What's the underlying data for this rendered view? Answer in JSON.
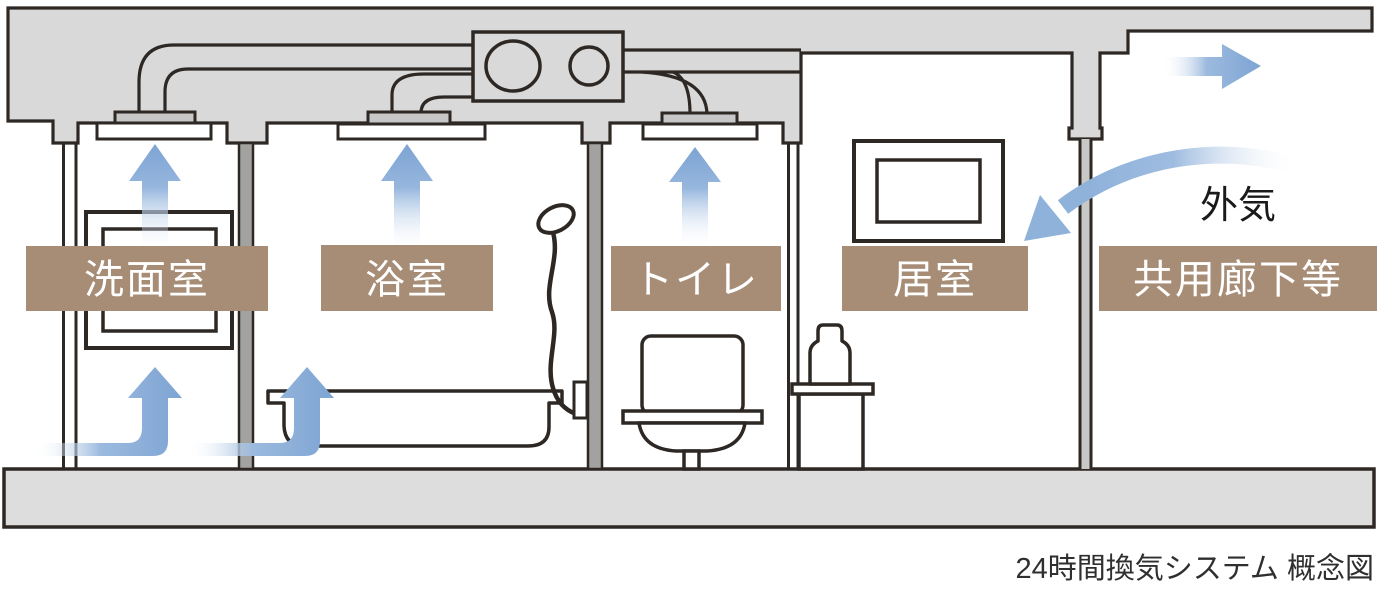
{
  "caption": "24時間換気システム 概念図",
  "outside_air_label": "外気",
  "rooms": [
    {
      "label": "洗面室"
    },
    {
      "label": "浴室"
    },
    {
      "label": "トイレ"
    },
    {
      "label": "居室"
    },
    {
      "label": "共用廊下等"
    }
  ],
  "airflow": {
    "exhaust_rooms": [
      "洗面室",
      "浴室",
      "トイレ"
    ],
    "intake_path": "共用廊下等 → 居室",
    "exhaust_to_outside": "right of ceiling duct"
  },
  "colors": {
    "label_background": "#a78c76",
    "label_text": "#ffffff",
    "structure_fill": "#d8d9d8",
    "inner_wall_fill": "#a2a2a0",
    "floor_fill": "#dcdddc",
    "outline": "#2e2825",
    "arrow_blue": "#7da4d3",
    "arrow_blue_light": "#c6d8ee"
  }
}
